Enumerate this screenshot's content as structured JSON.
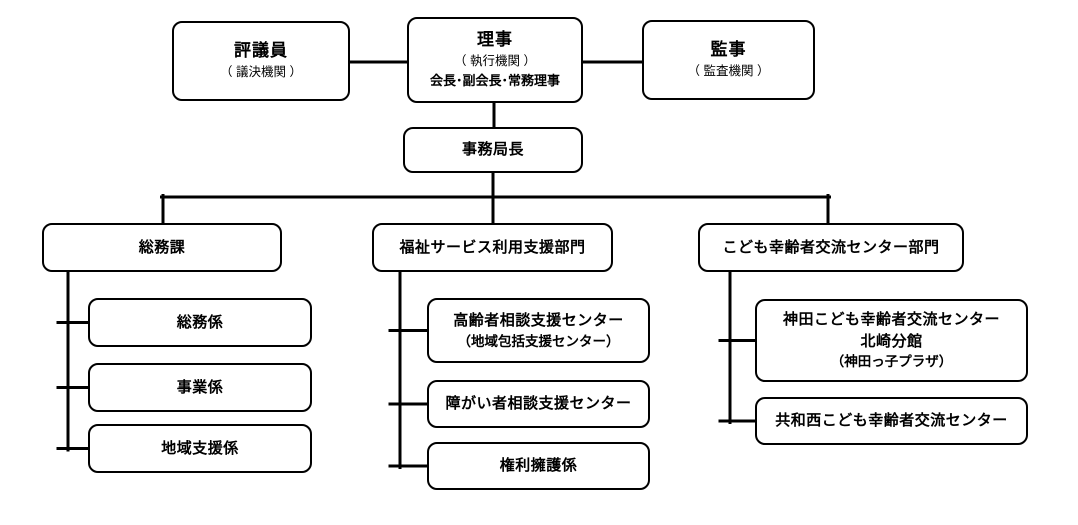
{
  "colors": {
    "background": "#ffffff",
    "line": "#000000",
    "box_border": "#000000",
    "box_fill": "#ffffff",
    "text": "#000000"
  },
  "org_chart": {
    "top_row": [
      {
        "title": "評議員",
        "subtitle": "（ 議決機関 ）"
      },
      {
        "title": "理事",
        "subtitle": "（ 執行機関 ）",
        "roles": "会長･副会長･常務理事"
      },
      {
        "title": "監事",
        "subtitle": "（ 監査機関 ）"
      }
    ],
    "secretary_general": {
      "title": "事務局長"
    },
    "departments": [
      {
        "title": "総務課",
        "children": [
          {
            "line1": "総務係"
          },
          {
            "line1": "事業係"
          },
          {
            "line1": "地域支援係"
          }
        ]
      },
      {
        "title": "福祉サービス利用支援部門",
        "children": [
          {
            "line1": "高齢者相談支援センター",
            "line2": "（地域包括支援センター）"
          },
          {
            "line1": "障がい者相談支援センター"
          },
          {
            "line1": "権利擁護係"
          }
        ]
      },
      {
        "title": "こども幸齢者交流センター部門",
        "children": [
          {
            "line1": "神田こども幸齢者交流センター",
            "line2": "北崎分館",
            "line3": "（神田っ子プラザ）"
          },
          {
            "line1": "共和西こども幸齢者交流センター"
          }
        ]
      }
    ]
  }
}
